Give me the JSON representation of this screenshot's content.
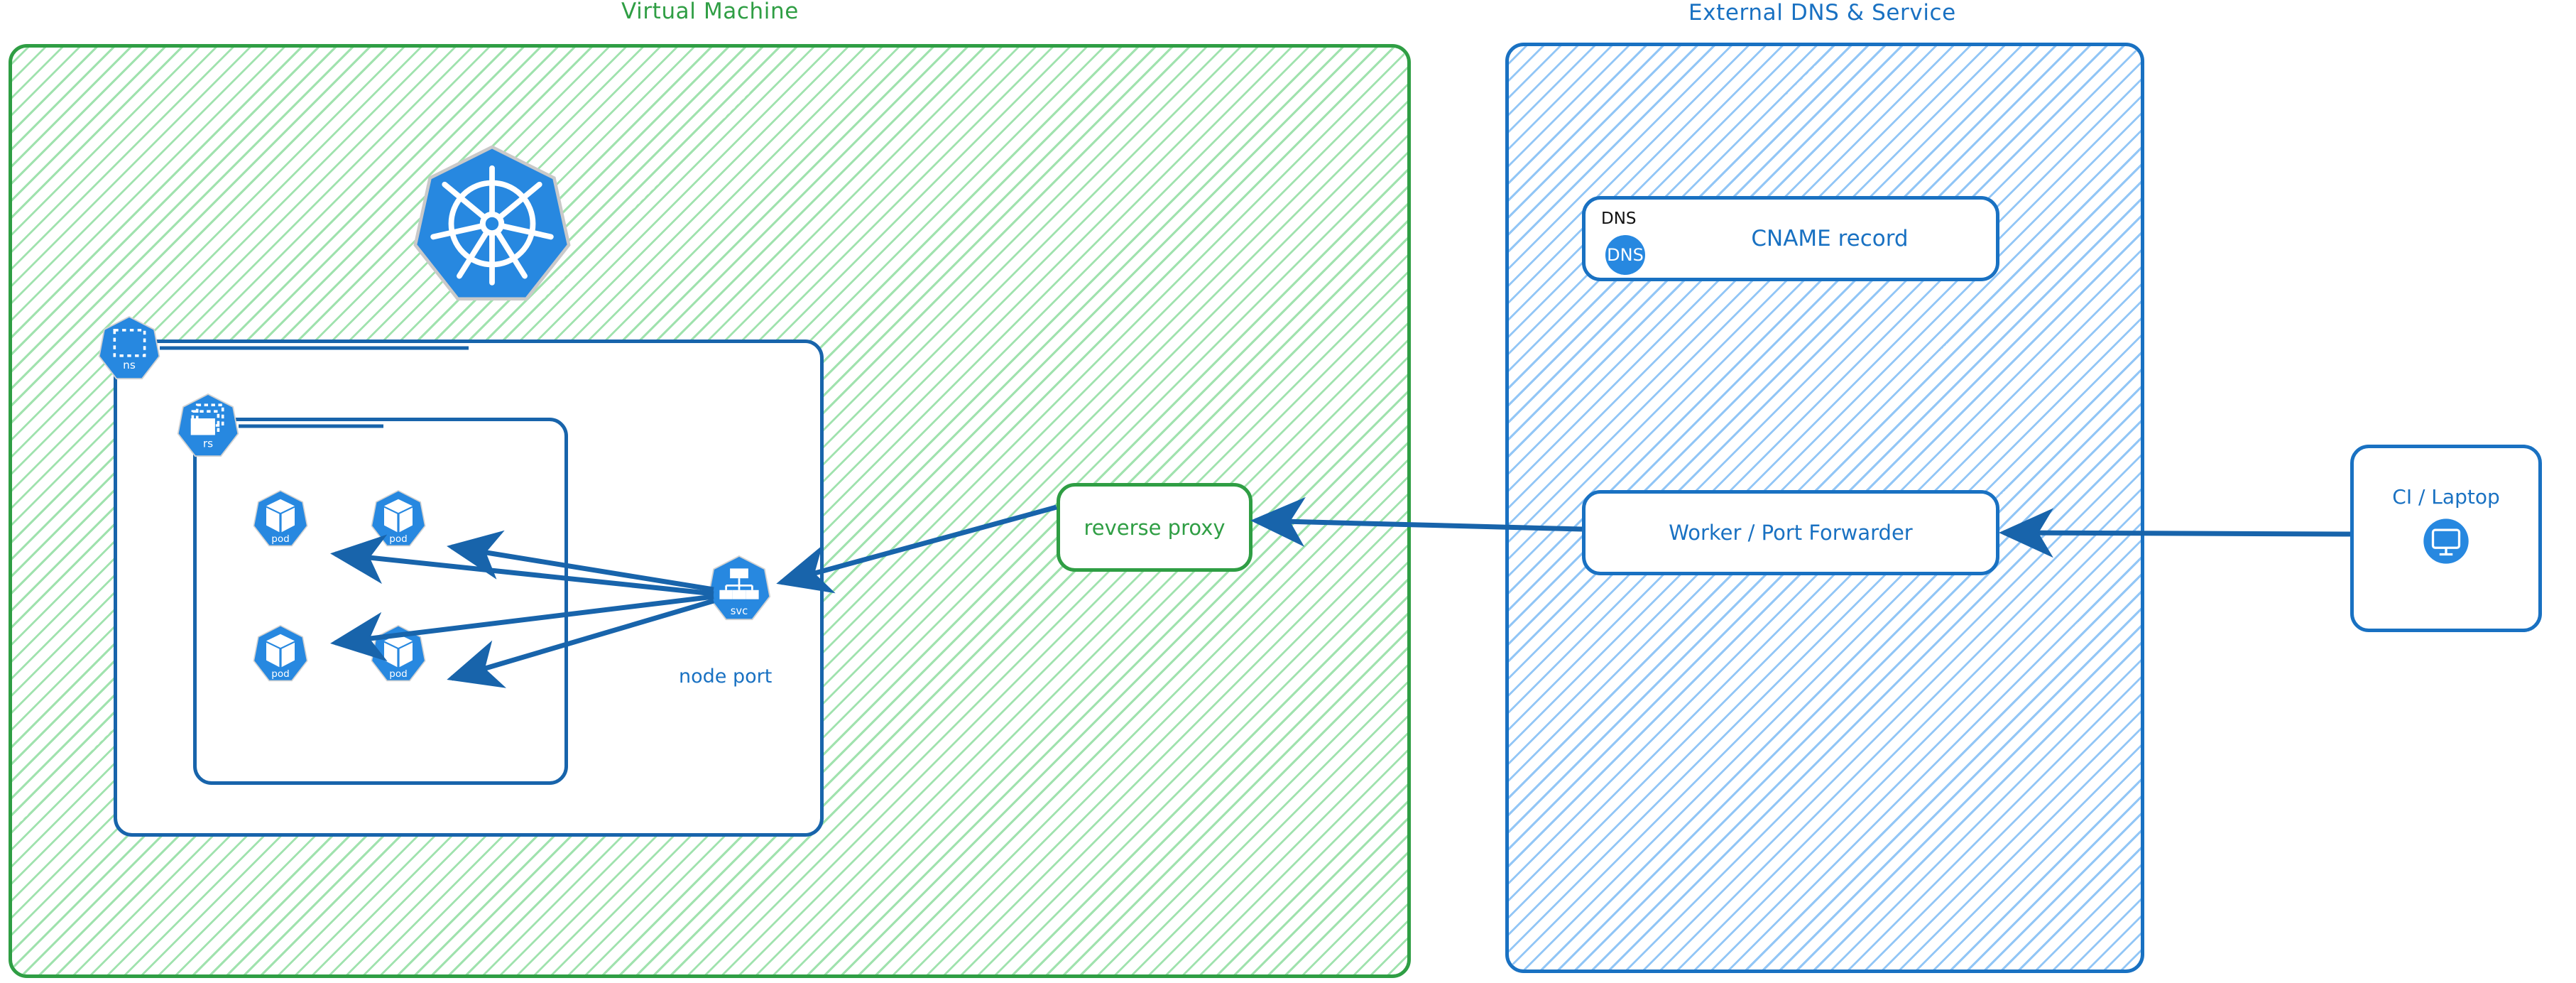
{
  "diagram": {
    "title_vm": "Virtual Machine",
    "title_external": "External DNS & Service"
  },
  "vm_panel": {
    "label": "Virtual Machine",
    "accent": "#2f9e44",
    "cluster_logo_name": "kubernetes-logo",
    "namespace_badge": "ns",
    "replicaset_badge": "rs",
    "service_badge": "svc",
    "service_caption": "node port",
    "pods": [
      {
        "label": "pod"
      },
      {
        "label": "pod"
      },
      {
        "label": "pod"
      },
      {
        "label": "pod"
      }
    ],
    "reverse_proxy": "reverse proxy"
  },
  "external_panel": {
    "label": "External DNS & Service",
    "accent": "#1971c2",
    "dns_card": {
      "tag": "DNS",
      "badge": "DNS",
      "text": "CNAME record"
    },
    "worker": "Worker / Port Forwarder"
  },
  "client": {
    "label": "CI / Laptop",
    "icon": "monitor-icon"
  },
  "colors": {
    "green": "#2f9e44",
    "green_hatch": "#9be1aa",
    "blue": "#1971c2",
    "blue_dark": "#1864ab",
    "blue_hatch": "#8cc3f5",
    "k8s_blue": "#2788e0",
    "white": "#ffffff",
    "black": "#111111"
  }
}
